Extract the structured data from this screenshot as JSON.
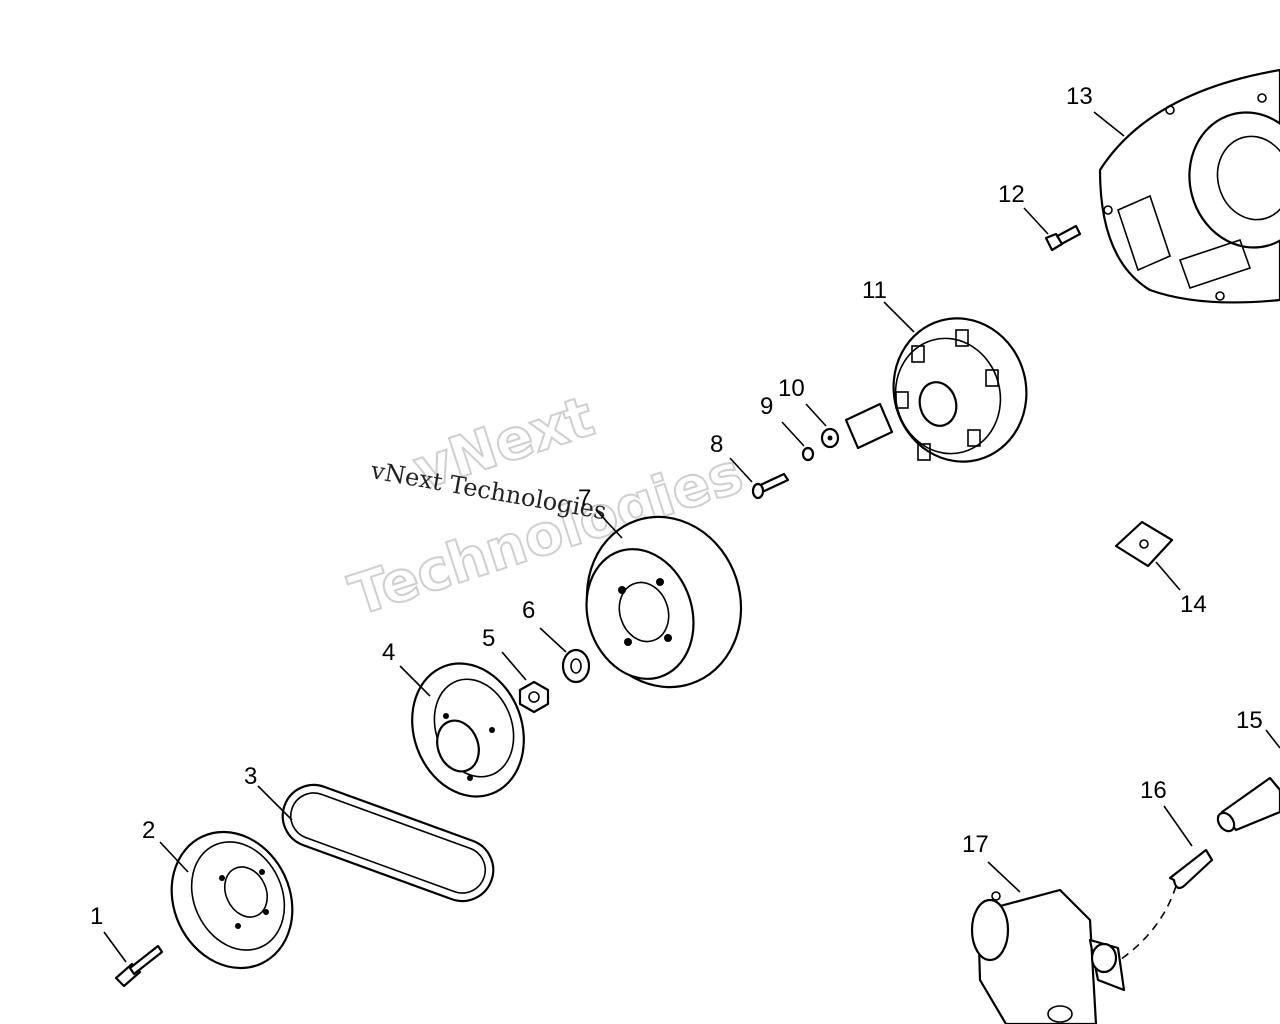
{
  "callouts": [
    "1",
    "2",
    "3",
    "4",
    "5",
    "6",
    "7",
    "8",
    "9",
    "10",
    "11",
    "12",
    "13",
    "14",
    "15",
    "16",
    "17"
  ],
  "watermark": {
    "outline_line1": "vNext",
    "outline_line2": "Technologies",
    "serif_text": "vNext Technologies"
  },
  "colors": {
    "line": "#000000",
    "background": "#ffffff",
    "watermark": "#cfcfcf"
  }
}
